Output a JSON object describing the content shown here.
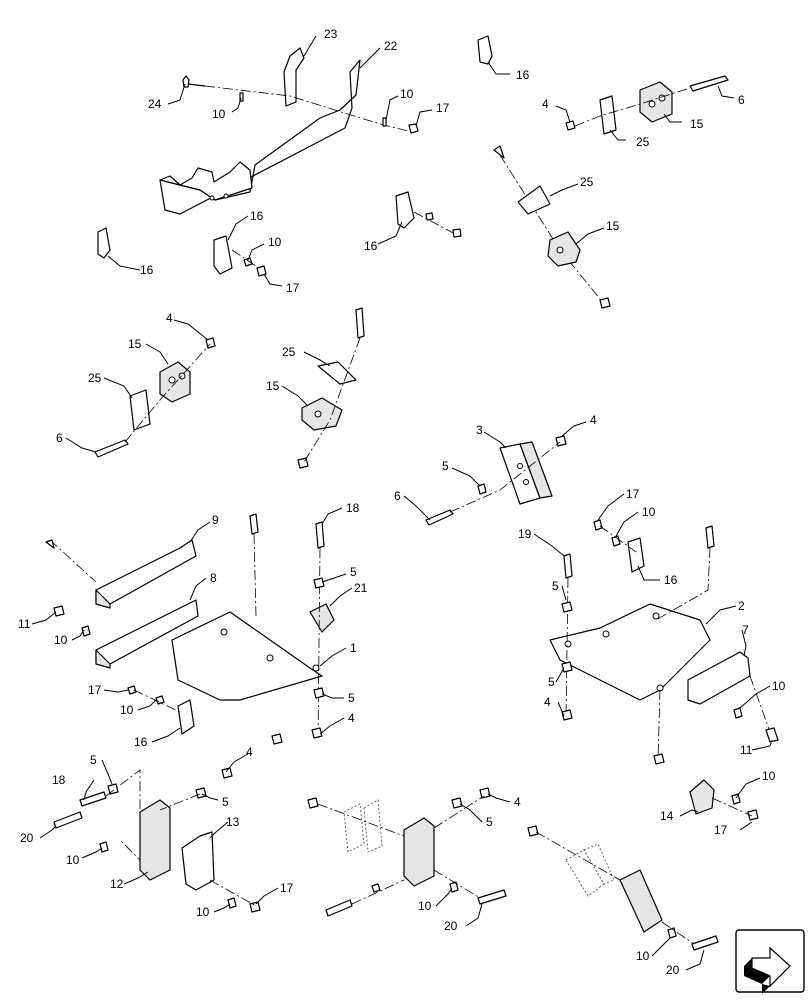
{
  "diagram": {
    "callouts": [
      "23",
      "22",
      "24",
      "10",
      "10",
      "17",
      "16",
      "4",
      "25",
      "6",
      "15",
      "25",
      "15",
      "16",
      "16",
      "10",
      "17",
      "16",
      "4",
      "15",
      "25",
      "6",
      "25",
      "15",
      "3",
      "4",
      "5",
      "6",
      "9",
      "18",
      "17",
      "10",
      "19",
      "16",
      "8",
      "5",
      "21",
      "5",
      "11",
      "10",
      "1",
      "2",
      "7",
      "10",
      "17",
      "10",
      "5",
      "16",
      "4",
      "5",
      "4",
      "11",
      "5",
      "4",
      "18",
      "5",
      "13",
      "20",
      "10",
      "12",
      "17",
      "10",
      "5",
      "4",
      "10",
      "20",
      "14",
      "10",
      "17",
      "10",
      "20"
    ]
  },
  "nav": {
    "icon": "return-arrow-icon"
  }
}
